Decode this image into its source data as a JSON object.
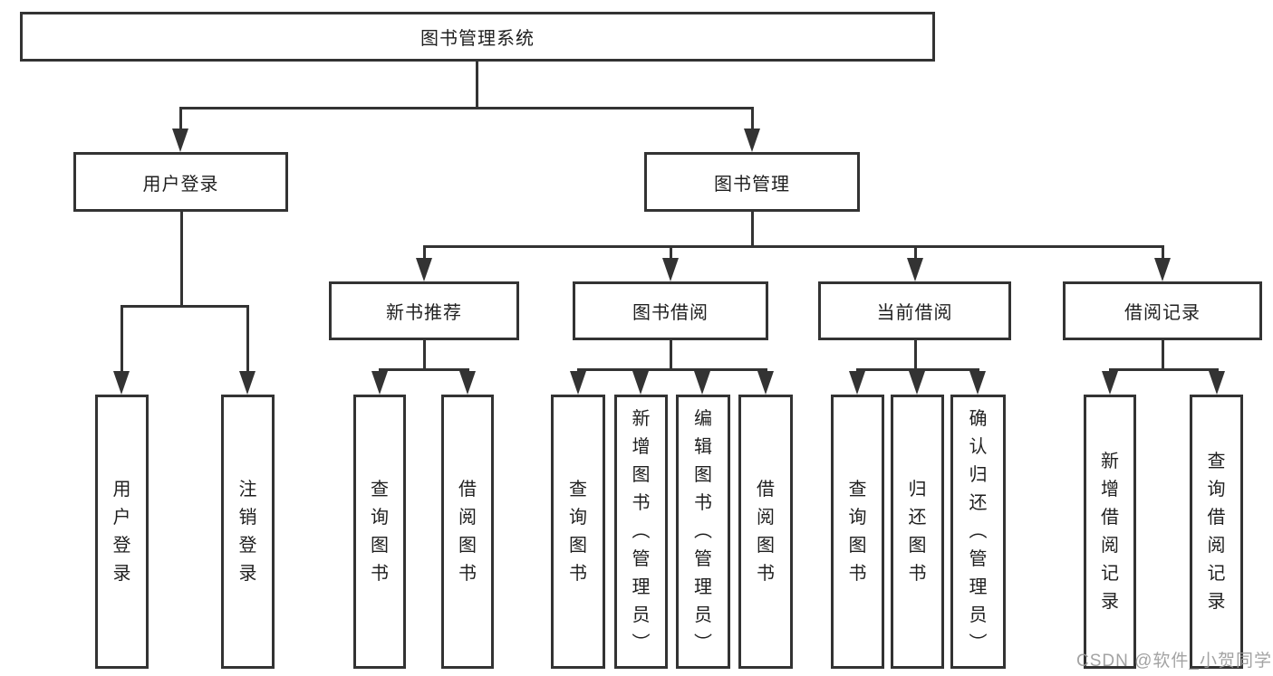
{
  "diagram": {
    "root": {
      "label": "图书管理系统"
    },
    "level2": [
      {
        "label": "用户登录"
      },
      {
        "label": "图书管理"
      }
    ],
    "level3": [
      {
        "label": "新书推荐"
      },
      {
        "label": "图书借阅"
      },
      {
        "label": "当前借阅"
      },
      {
        "label": "借阅记录"
      }
    ],
    "leaves": {
      "login": [
        "用户登录",
        "注销登录"
      ],
      "recommend": [
        "查询图书",
        "借阅图书"
      ],
      "borrow": [
        "查询图书",
        "新增图书（管理员）",
        "编辑图书（管理员）",
        "借阅图书"
      ],
      "current": [
        "查询图书",
        "归还图书",
        "确认归还（管理员）"
      ],
      "records": [
        "新增借阅记录",
        "查询借阅记录"
      ]
    }
  },
  "watermark": {
    "text": "CSDN @软件_小贺同学"
  },
  "colors": {
    "line": "#333333",
    "text": "#1f1f1f",
    "background": "#ffffff",
    "watermark": "#9b9b9b"
  }
}
